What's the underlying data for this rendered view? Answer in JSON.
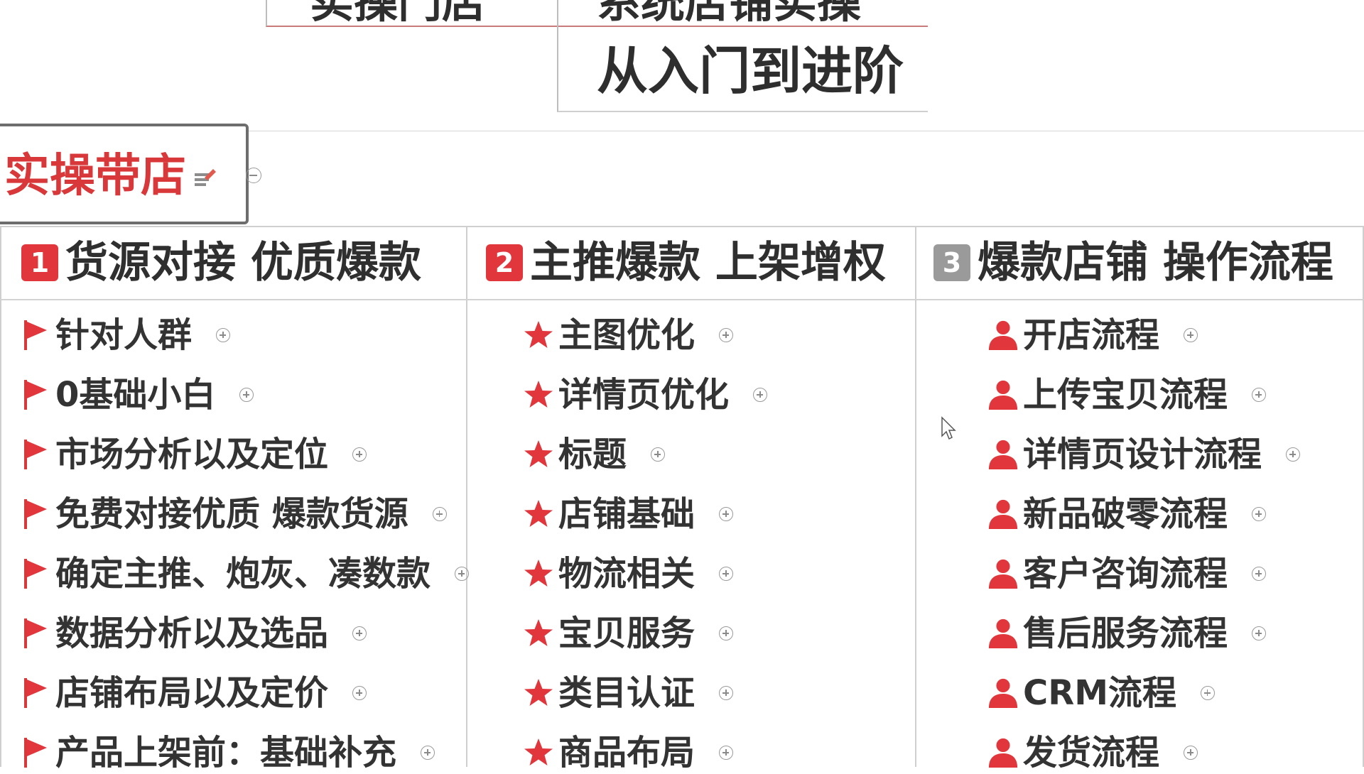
{
  "header": {
    "left_cell_text": "实操门店",
    "mid_cell_text": "系统店铺实操",
    "subtitle": "从入门到进阶"
  },
  "branch_node": {
    "title": "实操带店",
    "title_color": "#d9383a",
    "note_icon": "edit-note-icon",
    "toggle_icon": "collapse-icon"
  },
  "columns": [
    {
      "number": "1",
      "badge_color": "#e0363c",
      "title": "货源对接  优质爆款",
      "marker_icon": "red-flag-icon",
      "items": [
        {
          "label": "针对人群"
        },
        {
          "label": "0基础小白"
        },
        {
          "label": "市场分析以及定位"
        },
        {
          "label": "免费对接优质 爆款货源"
        },
        {
          "label": "确定主推、炮灰、凑数款"
        },
        {
          "label": "数据分析以及选品"
        },
        {
          "label": "店铺布局以及定价"
        },
        {
          "label": "产品上架前：基础补充"
        }
      ]
    },
    {
      "number": "2",
      "badge_color": "#e0363c",
      "title": "主推爆款 上架增权",
      "marker_icon": "red-star-icon",
      "items": [
        {
          "label": "主图优化"
        },
        {
          "label": "详情页优化"
        },
        {
          "label": "标题"
        },
        {
          "label": "店铺基础"
        },
        {
          "label": "物流相关"
        },
        {
          "label": "宝贝服务"
        },
        {
          "label": "类目认证"
        },
        {
          "label": "商品布局"
        }
      ]
    },
    {
      "number": "3",
      "badge_color": "#9a9a9a",
      "title": "爆款店铺 操作流程",
      "marker_icon": "red-person-icon",
      "items": [
        {
          "label": "开店流程"
        },
        {
          "label": "上传宝贝流程"
        },
        {
          "label": "详情页设计流程"
        },
        {
          "label": "新品破零流程"
        },
        {
          "label": "客户咨询流程"
        },
        {
          "label": "售后服务流程"
        },
        {
          "label": "CRM流程"
        },
        {
          "label": "发货流程"
        }
      ]
    }
  ],
  "colors": {
    "accent_red": "#e0363c",
    "text_dark": "#333333",
    "border_gray": "#cfcfcf"
  }
}
